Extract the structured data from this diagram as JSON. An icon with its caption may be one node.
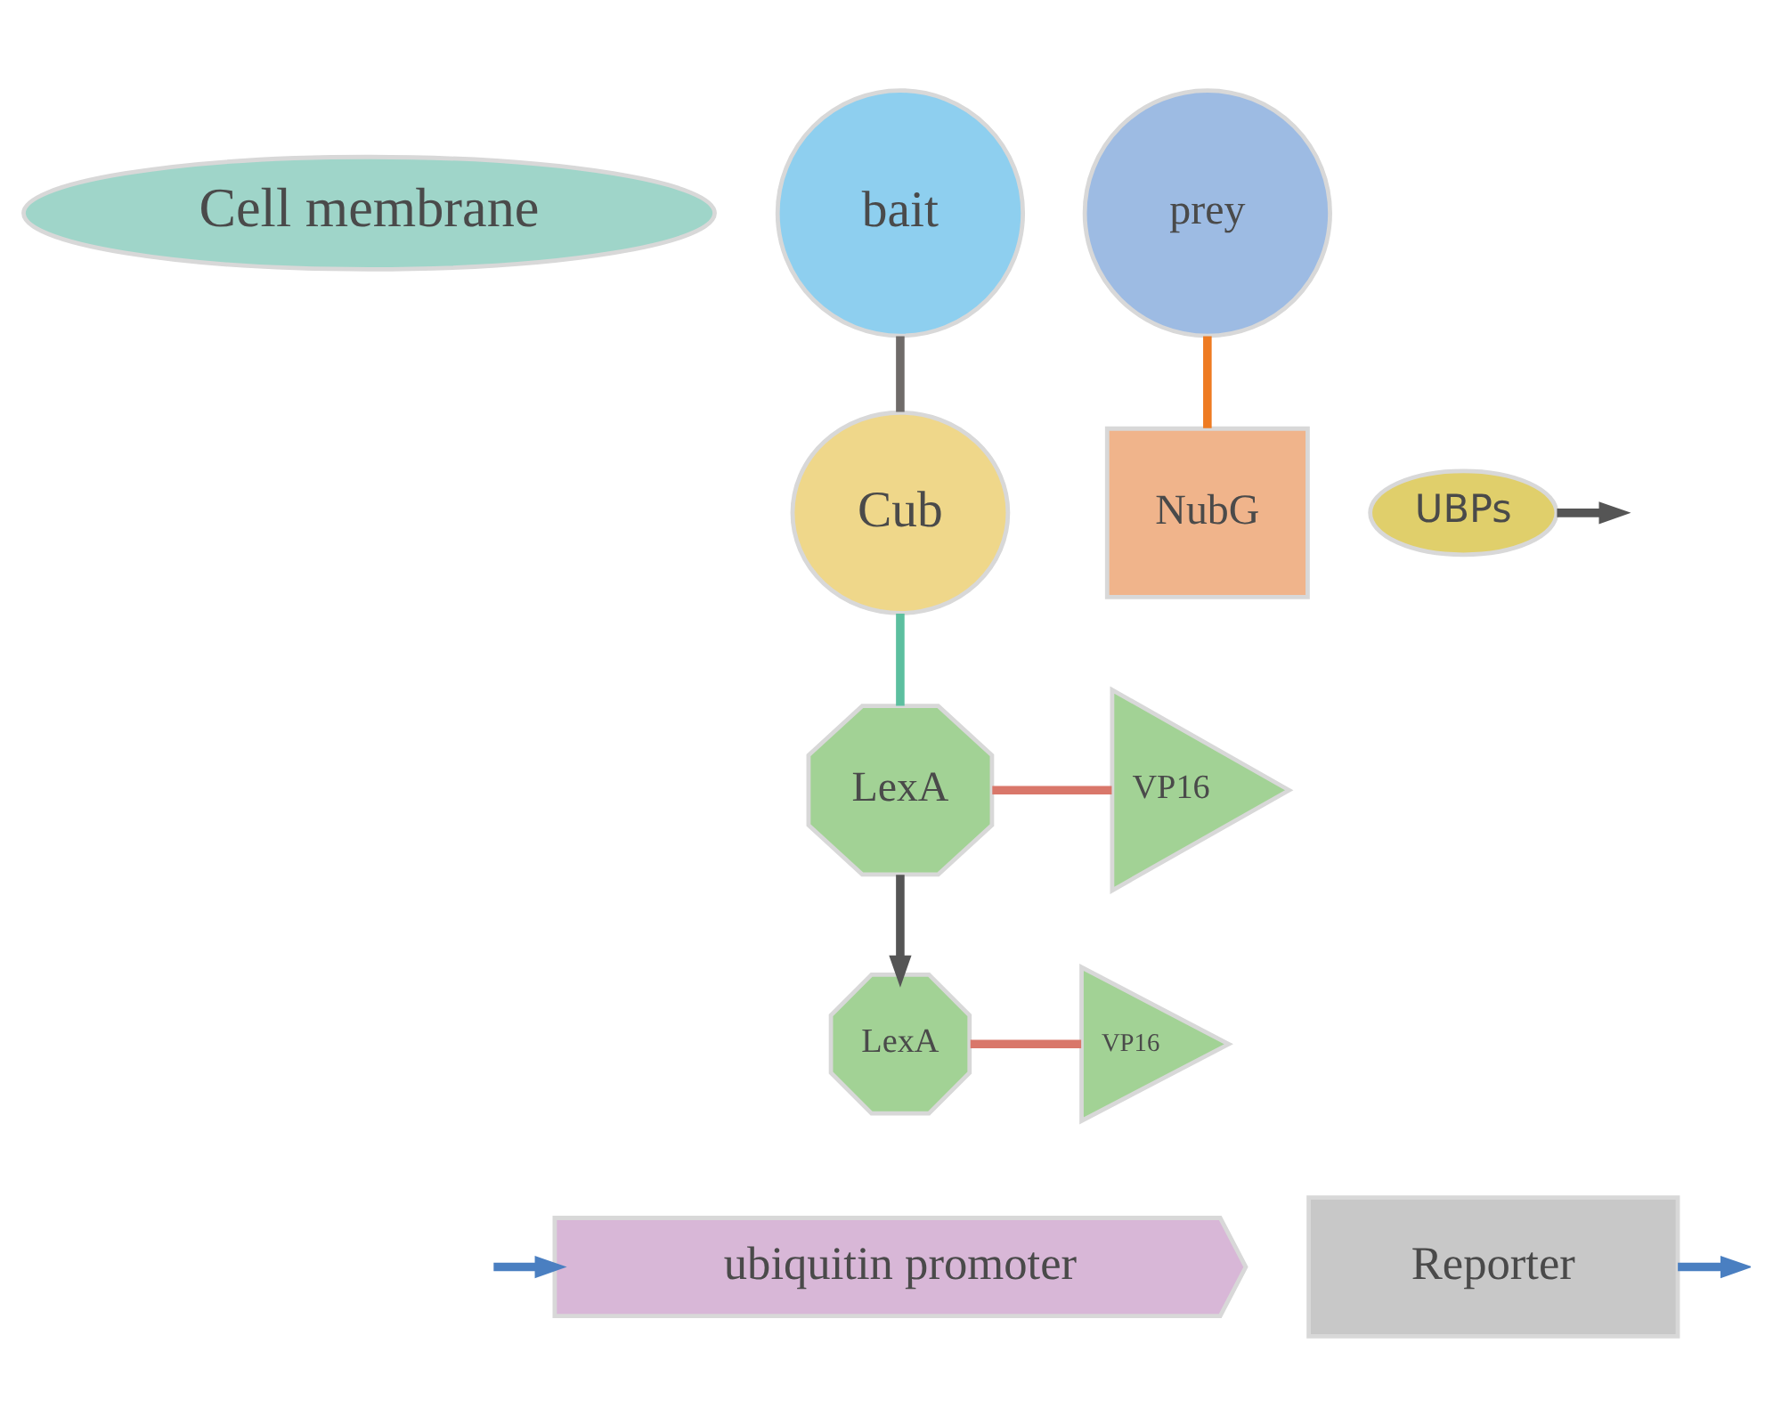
{
  "diagram": {
    "nodes": [
      {
        "text": [
          "Cell membrane"
        ]
      },
      {
        "text": [
          "bait"
        ]
      },
      {
        "text": [
          "prey"
        ]
      },
      {
        "text": [
          "Cub"
        ]
      },
      {
        "text": [
          "NubG"
        ]
      },
      {
        "text": [
          "UBPs"
        ]
      },
      {
        "text": [
          "LexA"
        ]
      },
      {
        "text": [
          "VP16"
        ]
      },
      {
        "text": [
          "LexA"
        ]
      },
      {
        "text": [
          "VP16"
        ]
      },
      {
        "text": [
          "ubiquitin promoter"
        ]
      },
      {
        "text": [
          "Reporter"
        ]
      }
    ],
    "edges": [
      {
        "from": 1,
        "to": 3,
        "arrow": "none",
        "color": "#6f6b69"
      },
      {
        "from": 2,
        "to": 4,
        "arrow": "none",
        "color": "#ee7b22"
      },
      {
        "from": 3,
        "to": 6,
        "arrow": "none",
        "color": "#5cbf9f"
      },
      {
        "from": 5,
        "to": null,
        "arrow": "to",
        "color": "#555555"
      },
      {
        "from": 6,
        "to": 7,
        "arrow": "none",
        "color": "#d9776a"
      },
      {
        "from": 6,
        "to": 8,
        "arrow": "to",
        "color": "#555555"
      },
      {
        "from": 8,
        "to": 9,
        "arrow": "none",
        "color": "#d9776a"
      },
      {
        "from": null,
        "to": 10,
        "arrow": "to",
        "color": "#4a7fc1"
      },
      {
        "from": 11,
        "to": null,
        "arrow": "to",
        "color": "#4a7fc1"
      }
    ]
  }
}
